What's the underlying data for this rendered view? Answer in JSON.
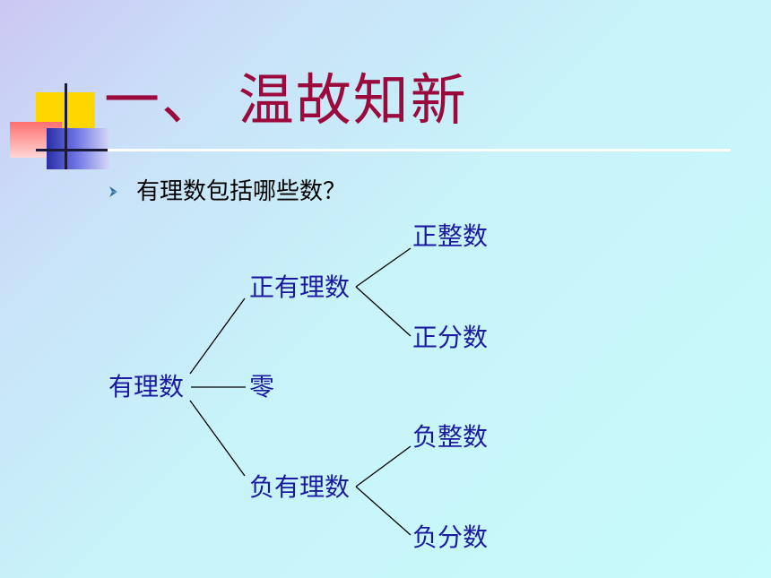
{
  "slide": {
    "title": "一、 温故知新",
    "question": "有理数包括哪些数？",
    "bullet_icon": "chevron-right-icon",
    "colors": {
      "title": "#9a0a3c",
      "node_text": "#1a1aa0",
      "question_text": "#000000",
      "connector": "#000000"
    }
  },
  "tree": {
    "root": "有理数",
    "branches": [
      {
        "label": "正有理数",
        "children": [
          "正整数",
          "正分数"
        ]
      },
      {
        "label": "零",
        "children": []
      },
      {
        "label": "负有理数",
        "children": [
          "负整数",
          "负分数"
        ]
      }
    ]
  }
}
